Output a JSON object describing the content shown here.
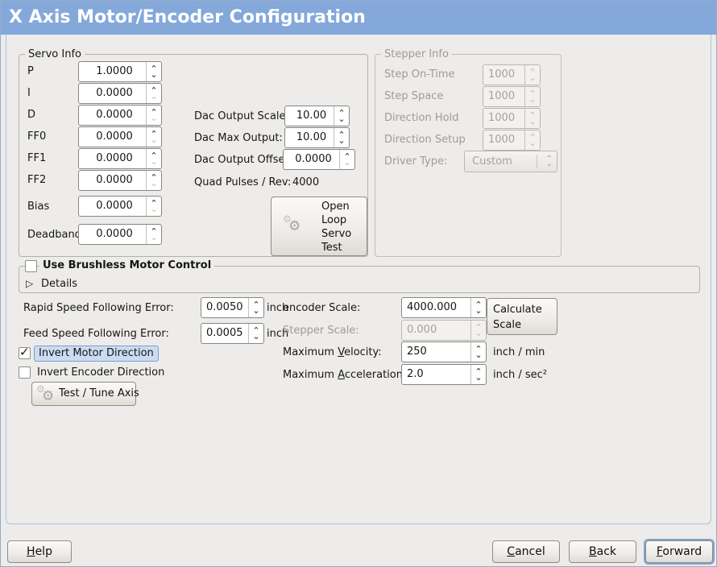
{
  "window": {
    "title": "X Axis Motor/Encoder Configuration"
  },
  "icons": {
    "spin_up": "⌃",
    "spin_down": "⌄",
    "combo_up": "⌃",
    "combo_down": "⌄",
    "expander_collapsed": "▷",
    "check": "✓",
    "gear": "⚙"
  },
  "colors": {
    "titlebar": "#84a8da",
    "focus_ring": "#7fa3d2",
    "selection_bg": "#cadcf3"
  },
  "servo_info": {
    "legend": "Servo Info",
    "fields": [
      {
        "label": "P",
        "value": "1.0000"
      },
      {
        "label": "I",
        "value": "0.0000"
      },
      {
        "label": "D",
        "value": "0.0000"
      },
      {
        "label": "FF0",
        "value": "0.0000"
      },
      {
        "label": "FF1",
        "value": "0.0000"
      },
      {
        "label": "FF2",
        "value": "0.0000"
      },
      {
        "label": "Bias",
        "value": "0.0000"
      },
      {
        "label": "Deadband",
        "value": "0.0000"
      }
    ]
  },
  "dac": {
    "rows": [
      {
        "label": "Dac Output Scale:",
        "value": "10.00"
      },
      {
        "label": "Dac Max Output:",
        "value": "10.00"
      },
      {
        "label": "Dac Output Offset:",
        "value": "0.0000"
      }
    ],
    "quad_label": "Quad Pulses / Rev:",
    "quad_value": "4000"
  },
  "open_loop_button": {
    "lines": [
      "Open",
      "Loop",
      "Servo",
      "Test"
    ]
  },
  "stepper_info": {
    "legend": "Stepper Info",
    "fields": [
      {
        "label": "Step On-Time",
        "value": "1000"
      },
      {
        "label": "Step Space",
        "value": "1000"
      },
      {
        "label": "Direction Hold",
        "value": "1000"
      },
      {
        "label": "Direction Setup",
        "value": "1000"
      }
    ],
    "driver_type_label": "Driver Type:",
    "driver_type_value": "Custom"
  },
  "brushless": {
    "checkbox_label": "Use Brushless Motor Control",
    "details_label": "Details"
  },
  "following_error": {
    "rapid_label": "Rapid Speed Following Error:",
    "rapid_value": "0.0050",
    "rapid_unit": "inch",
    "feed_label": "Feed Speed Following Error:",
    "feed_value": "0.0005",
    "feed_unit": "inch"
  },
  "scale": {
    "encoder_label": "encoder Scale:",
    "encoder_value": "4000.000",
    "stepper_label": "Stepper Scale:",
    "stepper_value": "0.000",
    "velocity_label_pre": "Maximum ",
    "velocity_label_u": "V",
    "velocity_label_post": "elocity:",
    "velocity_value": "250",
    "velocity_unit": "inch / min",
    "accel_label_pre": "Maximum ",
    "accel_label_u": "A",
    "accel_label_post": "cceleration:",
    "accel_value": "2.0",
    "accel_unit": "inch / sec²",
    "calculate_button_lines": [
      "Calculate",
      "Scale"
    ]
  },
  "direction": {
    "invert_motor_label": "Invert Motor Direction",
    "invert_encoder_label": "Invert Encoder Direction"
  },
  "test_tune_button": {
    "label": "Test / Tune Axis"
  },
  "footer": {
    "help": {
      "u": "H",
      "rest": "elp"
    },
    "cancel": {
      "u": "C",
      "rest": "ancel"
    },
    "back": {
      "u": "B",
      "rest": "ack"
    },
    "forward": {
      "u": "F",
      "rest": "orward"
    }
  }
}
